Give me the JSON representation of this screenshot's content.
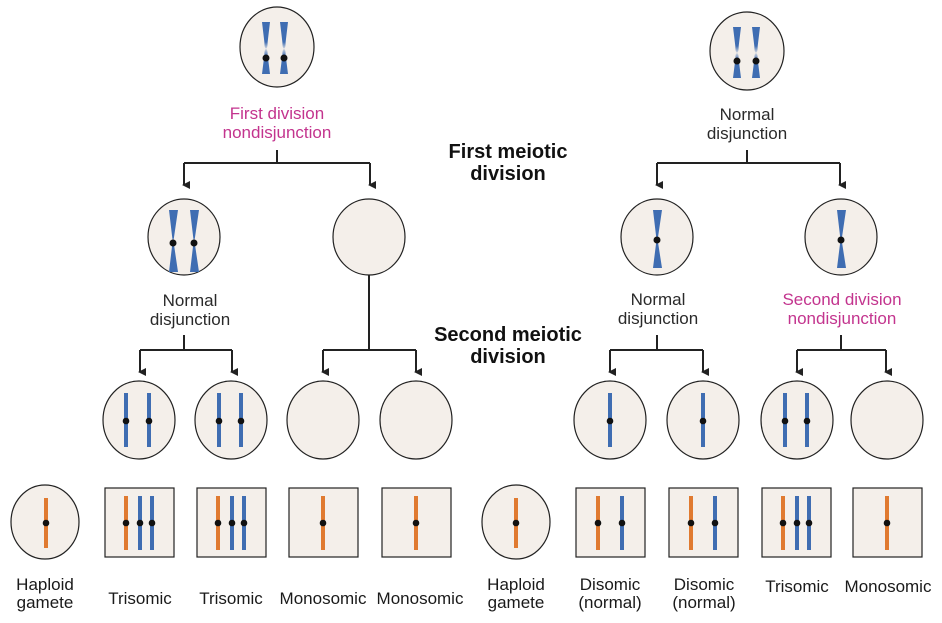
{
  "colors": {
    "maternal_chromosome": "#3f6db2",
    "paternal_chromosome": "#e07a30",
    "cell_fill": "#f4efea",
    "line": "#222222",
    "nondisjunction_label": "#c3348e"
  },
  "left_branch": {
    "top_label_line1": "First division",
    "top_label_line2": "nondisjunction",
    "mid_label_line1": "Normal",
    "mid_label_line2": "disjunction"
  },
  "right_branch": {
    "top_label_line1": "Normal",
    "top_label_line2": "disjunction",
    "mid_left_label_line1": "Normal",
    "mid_left_label_line2": "disjunction",
    "mid_right_label_line1": "Second division",
    "mid_right_label_line2": "nondisjunction"
  },
  "stages": {
    "first_line1": "First meiotic",
    "first_line2": "division",
    "second_line1": "Second meiotic",
    "second_line2": "division"
  },
  "bottom_labels": {
    "haploid1_line1": "Haploid",
    "haploid1_line2": "gamete",
    "l1": "Trisomic",
    "l2": "Trisomic",
    "l3": "Monosomic",
    "l4": "Monosomic",
    "haploid2_line1": "Haploid",
    "haploid2_line2": "gamete",
    "r1_line1": "Disomic",
    "r1_line2": "(normal)",
    "r2_line1": "Disomic",
    "r2_line2": "(normal)",
    "r3": "Trisomic",
    "r4": "Monosomic"
  }
}
